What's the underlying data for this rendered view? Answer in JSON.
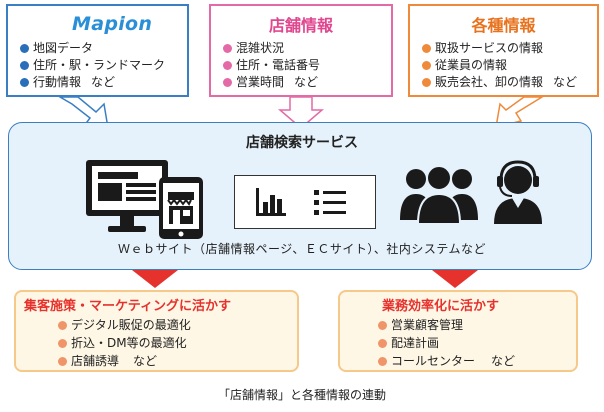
{
  "sources": {
    "mapion": {
      "logo": "Mapion",
      "items": [
        "地図データ",
        "住所・駅・ランドマーク",
        "行動情報"
      ],
      "etc": "など"
    },
    "store": {
      "title": "店舗情報",
      "items": [
        "混雑状況",
        "住所・電話番号",
        "営業時間"
      ],
      "etc": "など"
    },
    "misc": {
      "title": "各種情報",
      "items": [
        "取扱サービスの情報",
        "従業員の情報",
        "販売会社、卸の情報"
      ],
      "etc": "など"
    }
  },
  "service": {
    "title": "店舗検索サービス",
    "caption": "Ｗｅｂサイト（店舗情報ページ、ＥＣサイト）、社内システムなど"
  },
  "results": {
    "left": {
      "title": "集客施策・マーケティングに活かす",
      "items": [
        "デジタル販促の最適化",
        "折込・DM等の最適化",
        "店舗誘導"
      ],
      "etc": "など"
    },
    "right": {
      "title": "業務効率化に活かす",
      "items": [
        "営業顧客管理",
        "配達計画",
        "コールセンター"
      ],
      "etc": "など"
    }
  },
  "figure_caption": "「店舗情報」と各種情報の連動",
  "colors": {
    "blue": "#3a7fc4",
    "pink": "#e36aa6",
    "orange": "#ef8a3a",
    "red": "#e6322d",
    "service_bg": "#e6f2fb",
    "result_bg": "#fff7e6"
  }
}
